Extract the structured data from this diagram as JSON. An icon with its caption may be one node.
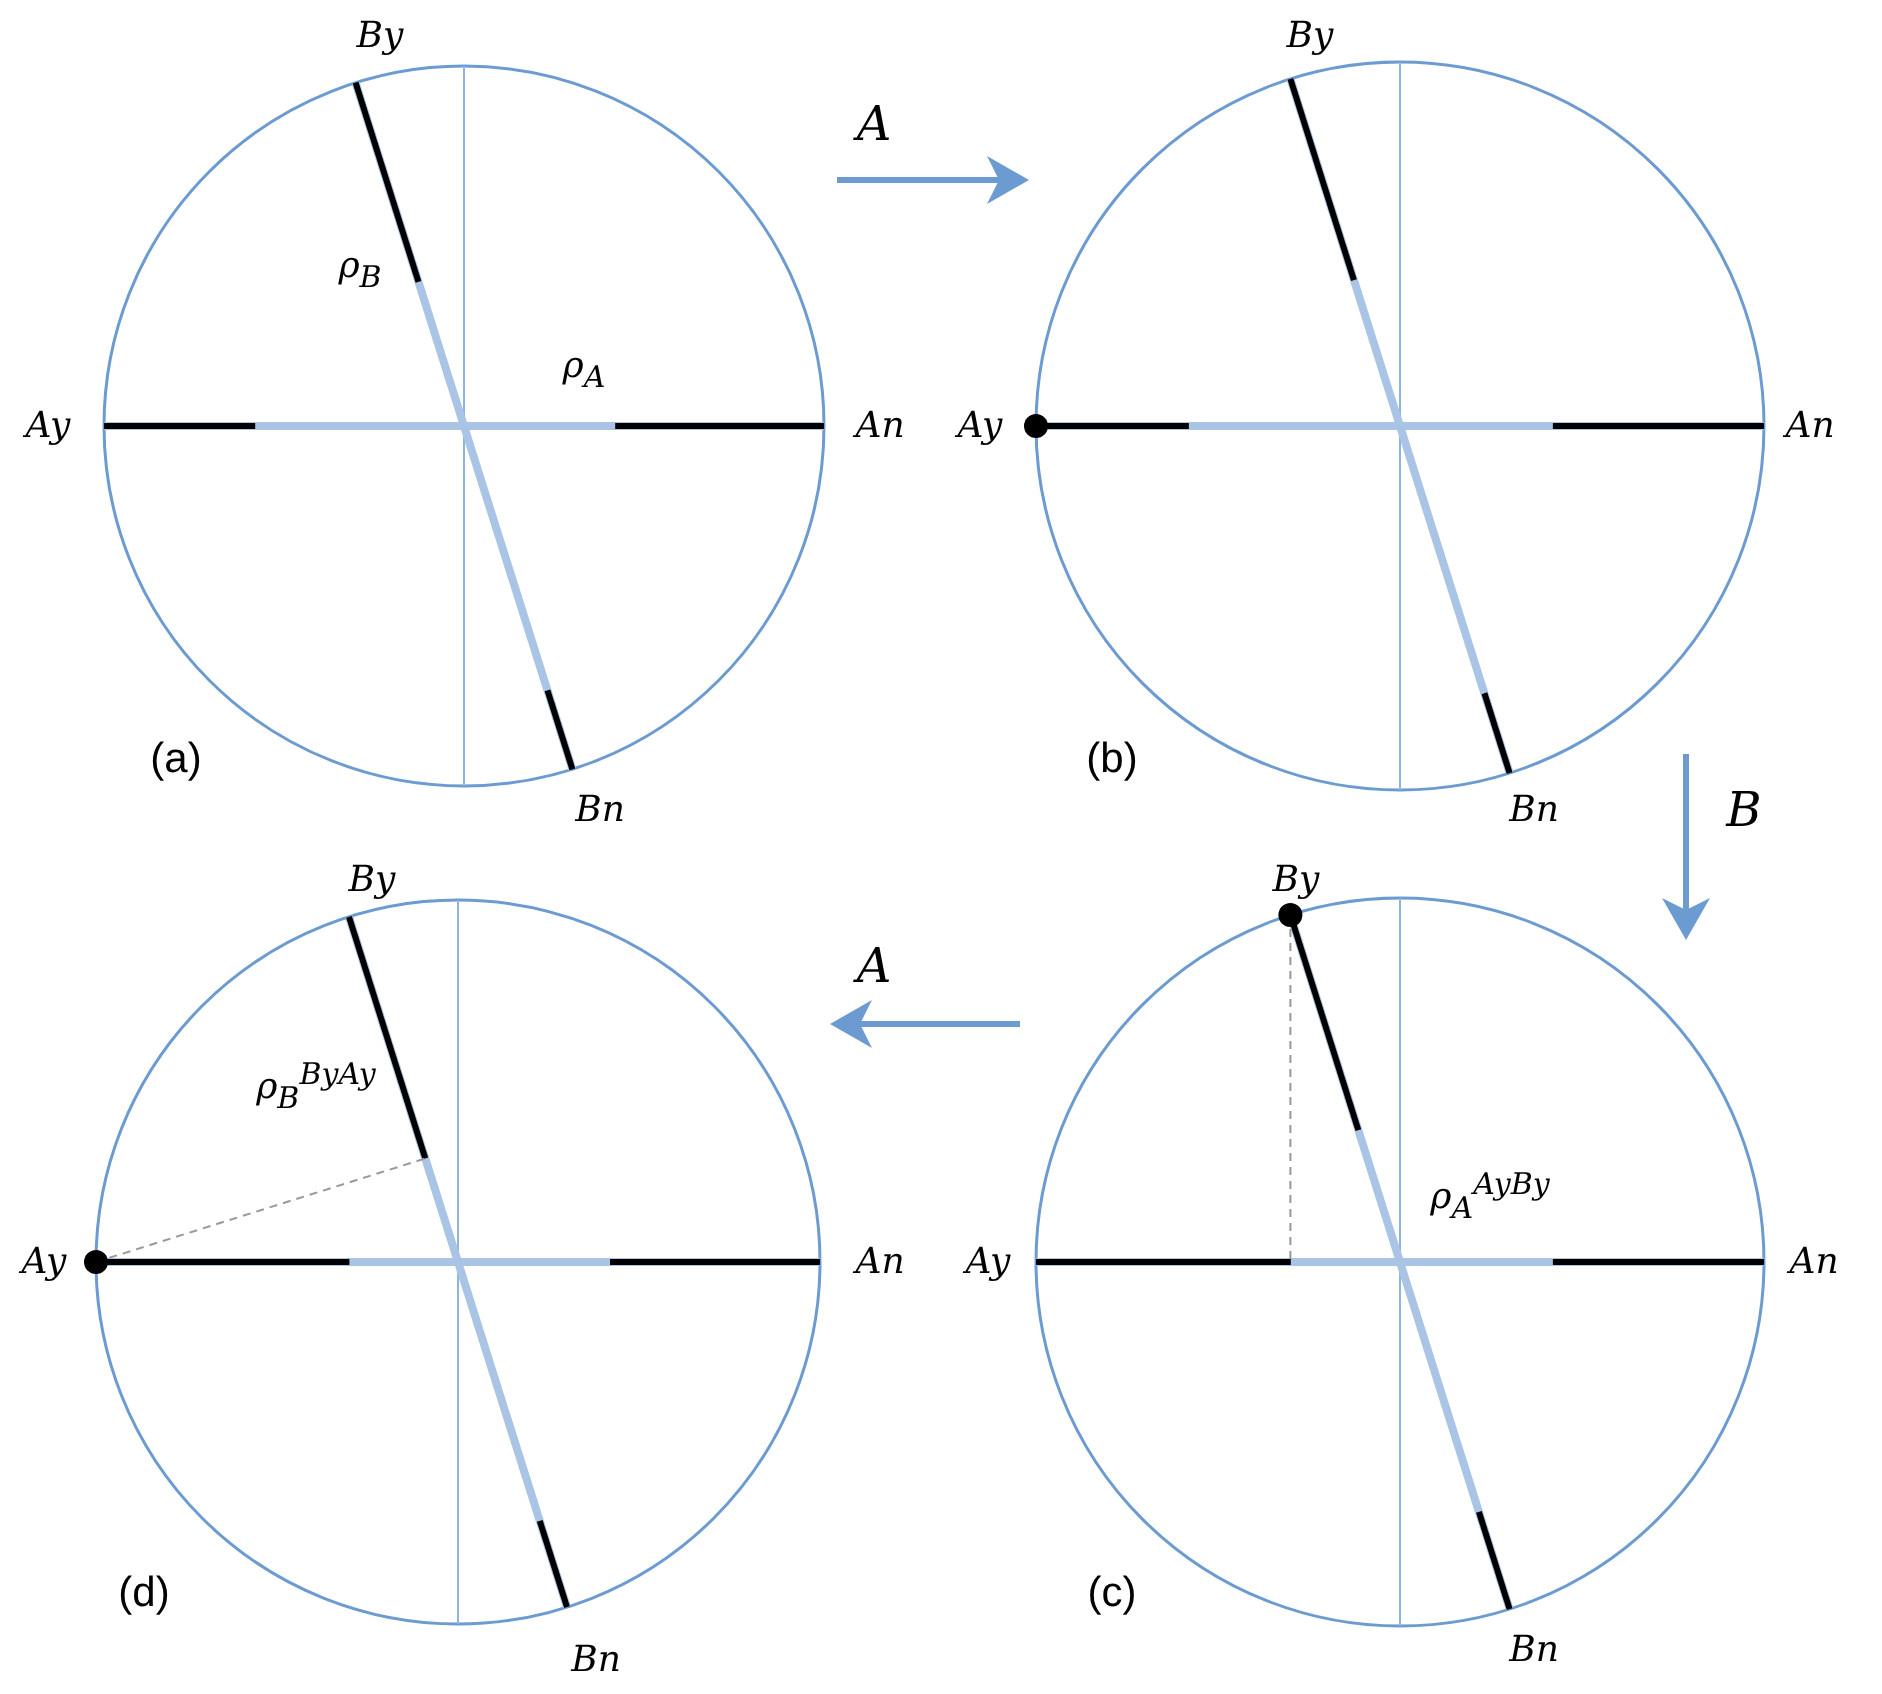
{
  "diagram": {
    "nodes": [
      {
        "text": [
          "(a)"
        ]
      },
      {
        "text": [
          "(b)"
        ]
      },
      {
        "text": [
          "(c)"
        ]
      },
      {
        "text": [
          "(d)"
        ]
      }
    ],
    "edges": [
      {
        "from": 0,
        "to": 1,
        "arrow": "to",
        "label": "A"
      },
      {
        "from": 1,
        "to": 2,
        "arrow": "to",
        "label": "B"
      },
      {
        "from": 2,
        "to": 3,
        "arrow": "to",
        "label": "A"
      }
    ],
    "labels": [
      "By",
      "ρ$_{B}$",
      "ρ$_{A}$",
      "Ay",
      "An",
      "Bn",
      "By",
      "Ay",
      "An",
      "Bn",
      "By",
      "ρ$_{A}$$^{AyBy}$",
      "Ay",
      "An",
      "Bn",
      "By",
      "ρ$_{B}$$^{ByAy}$",
      "Ay",
      "An",
      "Bn"
    ]
  }
}
